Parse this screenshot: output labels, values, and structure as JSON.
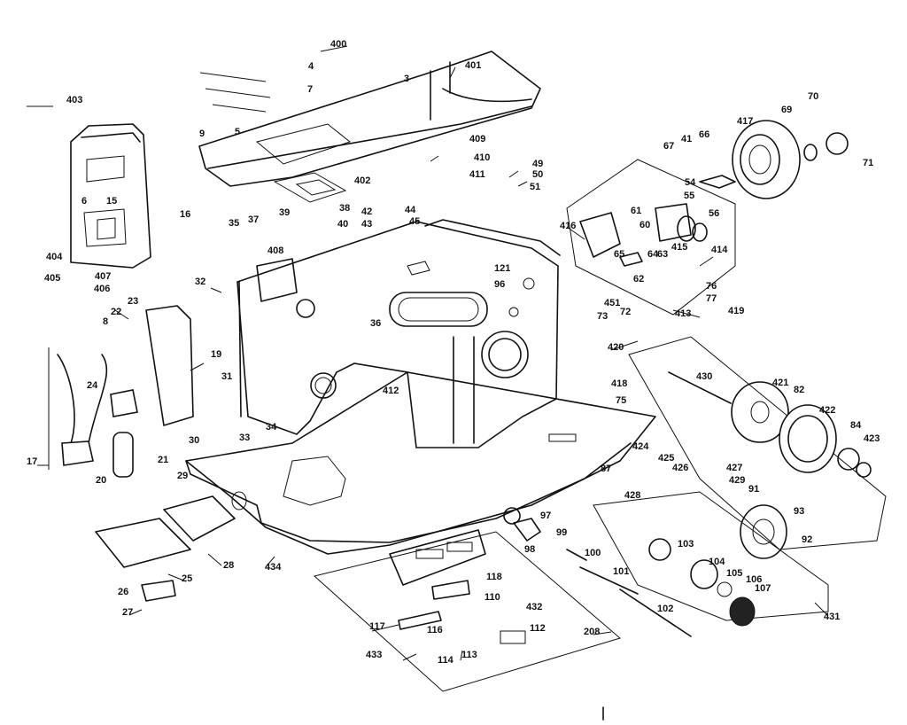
{
  "diagram": {
    "callouts": [
      "400",
      "401",
      "3",
      "4",
      "7",
      "9",
      "5",
      "409",
      "410",
      "402",
      "411",
      "49",
      "50",
      "51",
      "38",
      "39",
      "42",
      "43",
      "44",
      "45",
      "35",
      "37",
      "408",
      "40",
      "403",
      "16",
      "6",
      "15",
      "404",
      "405",
      "407",
      "406",
      "32",
      "121",
      "96",
      "413",
      "416",
      "54",
      "55",
      "56",
      "61",
      "60",
      "65",
      "64",
      "63",
      "415",
      "414",
      "62",
      "67",
      "41",
      "66",
      "417",
      "69",
      "70",
      "71",
      "36",
      "451",
      "73",
      "72",
      "420",
      "76",
      "77",
      "419",
      "23",
      "22",
      "8",
      "19",
      "24",
      "17",
      "20",
      "21",
      "31",
      "30",
      "33",
      "34",
      "412",
      "418",
      "75",
      "430",
      "421",
      "82",
      "422",
      "84",
      "423",
      "425",
      "424",
      "87",
      "426",
      "427",
      "429",
      "428",
      "91",
      "93",
      "92",
      "99",
      "97",
      "98",
      "100",
      "103",
      "104",
      "105",
      "106",
      "107",
      "101",
      "102",
      "431",
      "29",
      "28",
      "434",
      "25",
      "26",
      "27",
      "118",
      "110",
      "432",
      "117",
      "116",
      "112",
      "114",
      "113",
      "433",
      "208"
    ]
  }
}
